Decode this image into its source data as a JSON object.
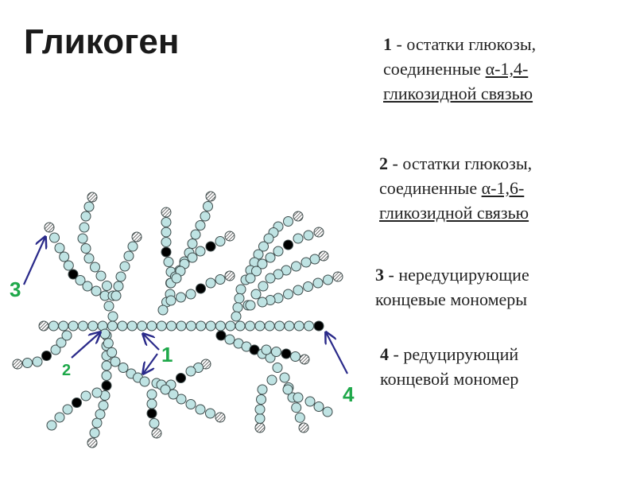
{
  "title": "Гликоген",
  "legend": [
    {
      "num": "1",
      "text_before": " - остатки глюкозы, соединенные ",
      "text_underlined": "α-1,4-гликозидной связью"
    },
    {
      "num": "2",
      "text_before": " - остатки глюкозы, соединенные ",
      "text_underlined": "α-1,6-гликозидной связью"
    },
    {
      "num": "3",
      "text_before": " - нередуцирующие концевые мономеры",
      "text_underlined": ""
    },
    {
      "num": "4",
      "text_before": " - редуцирующий концевой мономер",
      "text_underlined": ""
    }
  ],
  "callouts": {
    "c1": "1",
    "c2": "2",
    "c3": "3",
    "c4": "4"
  },
  "colors": {
    "glucose_fill": "#bfe3e3",
    "glucose_stroke": "#3c4a4a",
    "branch_point": "#000000",
    "non_reducing_end_pattern": "hatched",
    "arrow": "#2a2a8a",
    "callout_text": "#1fa84a"
  }
}
